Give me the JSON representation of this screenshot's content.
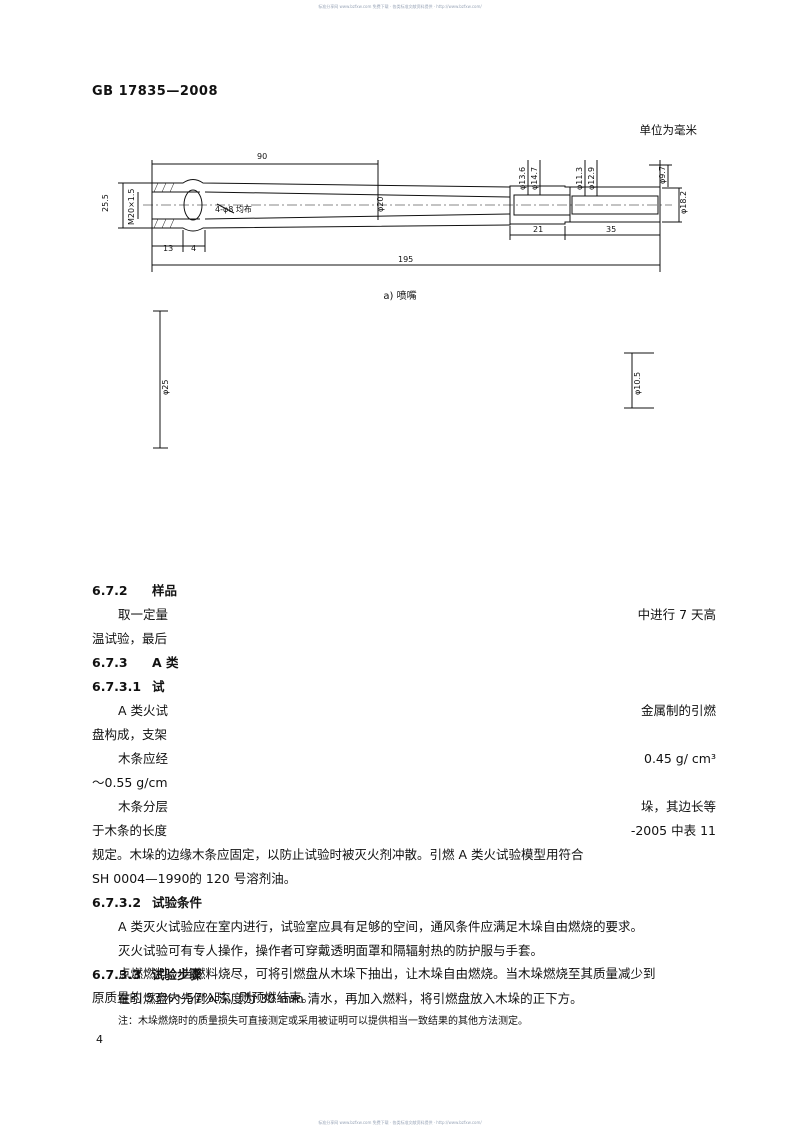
{
  "watermark": "标准分享网 www.bzfxw.com 免费下载 · 各类标准文献资料提供 · http://www.bzfxw.com/",
  "header": {
    "standard_number": "GB  17835—2008"
  },
  "unit_label": "单位为毫米",
  "drawing_a": {
    "caption": "a)  喷嘴",
    "dims": {
      "d90": "90",
      "d25_5": "25.5",
      "m20": "M20×1.5",
      "holes": "4-φ8 均布",
      "phi20": "φ20",
      "phi13_6": "φ13.6",
      "phi14_7": "φ14.7",
      "phi11_3": "φ11.3",
      "phi12_9": "φ12.9",
      "phi9_7": "φ9.7",
      "phi18_2": "φ18.2",
      "d13": "13",
      "d4": "4",
      "d21": "21",
      "d35": "35",
      "d195": "195"
    }
  },
  "drawing_b": {
    "dims": {
      "phi25": "φ25",
      "phi10_5": "φ10.5"
    }
  },
  "text": {
    "h672": "6.7.2",
    "h672_title": "样品",
    "p1_left": "取一定量",
    "p1_right": "中进行 7 天高",
    "p2_left": "温试验，最后",
    "h673": "6.7.3",
    "h673_title": "A 类",
    "h6731": "6.7.3.1",
    "h6731_title": "试",
    "p3_left": "A 类火试",
    "p3_right": "金属制的引燃",
    "p4_left": "盘构成，支架",
    "p5_left": "木条应经",
    "p5_right": "0.45 g/ cm³",
    "p6_left": "～0.55 g/cm",
    "p7_left": "木条分层",
    "p7_right": "垛，其边长等",
    "p8_left": "于木条的长度",
    "p8_right": "-2005 中表 11",
    "p9": "规定。木垛的边缘木条应固定，以防止试验时被灭火剂冲散。引燃 A 类火试验模型用符合",
    "p10": "SH 0004—1990的 120 号溶剂油。",
    "h6732": "6.7.3.2",
    "h6732_title": "试验条件",
    "p11": "A 类灭火试验应在室内进行，试验室应具有足够的空间，通风条件应满足木垛自由燃烧的要求。",
    "p12": "灭火试验可有专人操作，操作者可穿戴透明面罩和隔辐射热的防护服与手套。",
    "h6733": "6.7.3.3",
    "h6733_title": "试验步骤",
    "p13": "在引燃盘内先倒入深度为 30 mm 清水，再加入燃料，将引燃盘放入木垛的正下方。",
    "p14": "点燃燃料，当燃料烧尽，可将引燃盘从木垛下抽出，让木垛自由燃烧。当木垛燃烧至其质量减少到",
    "p15": "原质量的 53%～57%时，则预燃结束。",
    "note": "注：木垛燃烧时的质量损失可直接测定或采用被证明可以提供相当一致结果的其他方法测定。"
  },
  "page_number": "4"
}
